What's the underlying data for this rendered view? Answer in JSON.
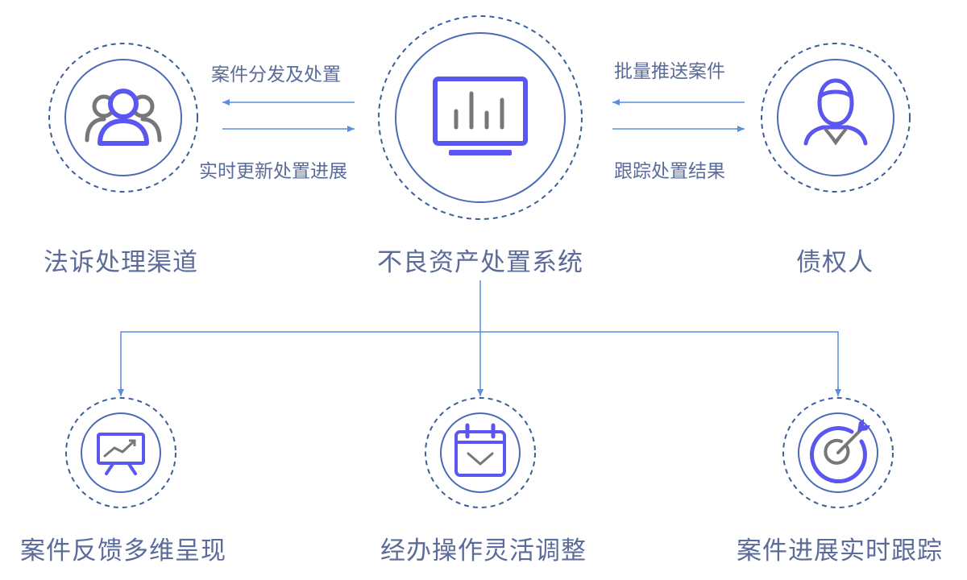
{
  "colors": {
    "circle": "#4a6bb5",
    "ring": "#3d5f99",
    "arrow": "#5a8ee0",
    "icon_primary": "#5b56f0",
    "icon_gray": "#777777",
    "text": "#5b6b9a"
  },
  "nodes": {
    "channel": {
      "title": "法诉处理渠道",
      "icon": "people-icon"
    },
    "system": {
      "title": "不良资产处置系统",
      "icon": "monitor-chart-icon"
    },
    "creditor": {
      "title": "债权人",
      "icon": "person-tie-icon"
    }
  },
  "flows": {
    "left_top": "案件分发及处置",
    "left_bottom": "实时更新处置进展",
    "right_top": "批量推送案件",
    "right_bottom": "跟踪处置结果"
  },
  "features": [
    {
      "label": "案件反馈多维呈现",
      "icon": "presentation-chart-icon"
    },
    {
      "label": "经办操作灵活调整",
      "icon": "calendar-icon"
    },
    {
      "label": "案件进展实时跟踪",
      "icon": "target-arrow-icon"
    }
  ]
}
